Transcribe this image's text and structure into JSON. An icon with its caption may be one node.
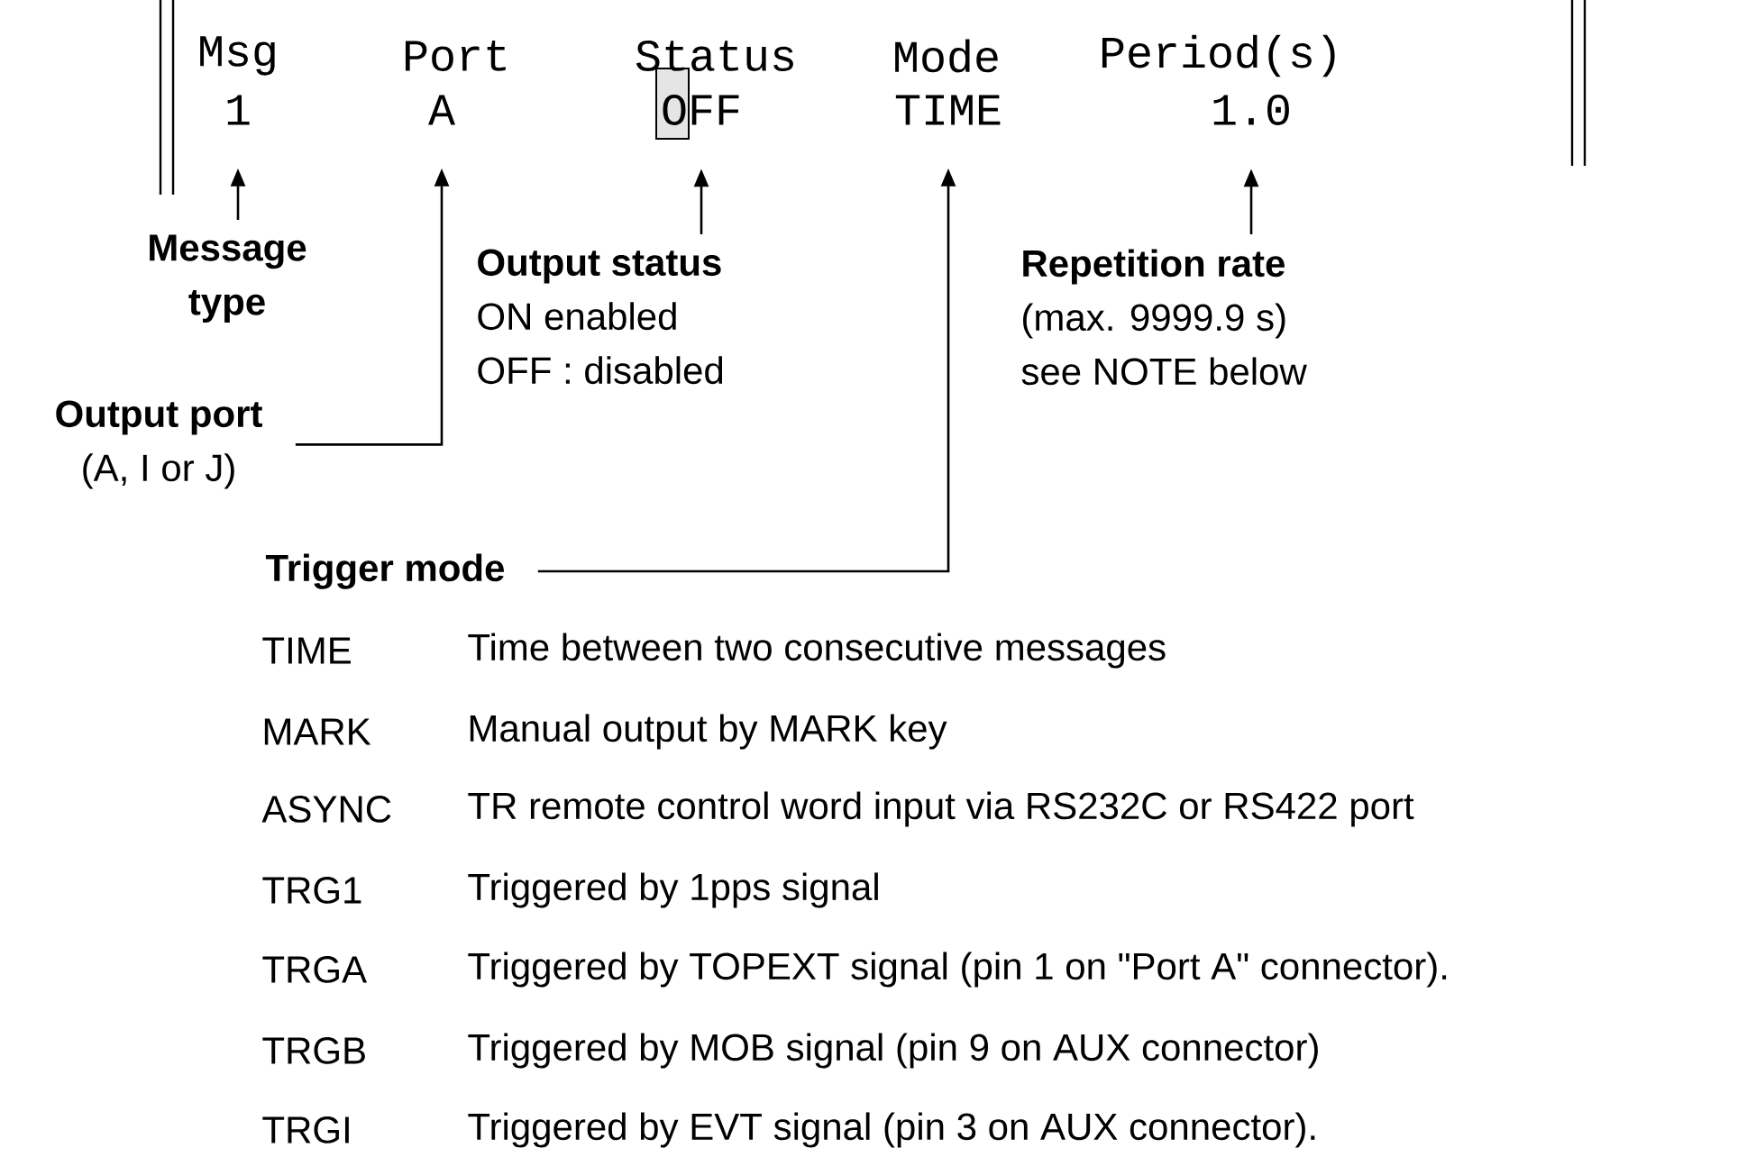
{
  "diagram": {
    "nodes": [
      {
        "text": [
          "1"
        ]
      },
      {
        "text": [
          "A"
        ]
      },
      {
        "text": [
          "OFF"
        ]
      },
      {
        "text": [
          "TIME"
        ]
      },
      {
        "text": [
          "1.0"
        ]
      },
      {
        "text": [
          "Message type"
        ]
      },
      {
        "text": [
          "Output status",
          "ON enabled",
          "OFF : disabled"
        ]
      },
      {
        "text": [
          "Repetition rate",
          "(max. 9999.9 s)",
          "see NOTE below"
        ]
      },
      {
        "text": [
          "Output port",
          "(A, I or J)"
        ]
      },
      {
        "text": [
          "Trigger mode"
        ]
      }
    ],
    "edges": [
      {
        "from": 5,
        "to": 0,
        "arrow": "to"
      },
      {
        "from": 8,
        "to": 1,
        "arrow": "to"
      },
      {
        "from": 6,
        "to": 2,
        "arrow": "to"
      },
      {
        "from": 9,
        "to": 3,
        "arrow": "to"
      },
      {
        "from": 7,
        "to": 4,
        "arrow": "to"
      }
    ],
    "labels": [
      "Msg",
      "Port",
      "Status",
      "Mode",
      "Period(s)",
      "TIME",
      "Time between two consecutive messages",
      "MARK",
      "Manual output by MARK key",
      "ASYNC",
      "TR remote control word input via RS232C or RS422 port",
      "TRG1",
      "Triggered by 1pps signal",
      "TRGA",
      "Triggered by TOPEXT signal (pin 1 on \"Port A\" connector).",
      "TRGB",
      "Triggered by MOB signal (pin 9 on AUX connector)",
      "TRGI",
      "Triggered by EVT signal (pin 3 on AUX connector)."
    ]
  }
}
